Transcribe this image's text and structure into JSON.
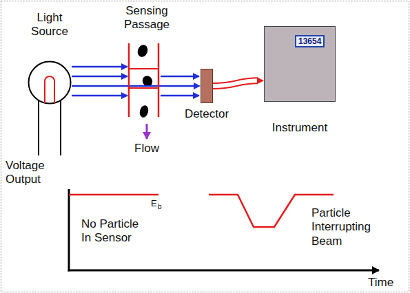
{
  "diagram": {
    "nodes": [
      {
        "text": [
          "Light Source"
        ]
      },
      {
        "text": [
          "Sensing Passage"
        ]
      },
      {
        "text": [
          "Detector"
        ]
      },
      {
        "text": [
          "13654",
          "Instrument"
        ]
      }
    ],
    "edges": [
      {
        "from": 0,
        "to": 2,
        "arrow": "to"
      },
      {
        "from": 2,
        "to": 3,
        "arrow": "to"
      }
    ],
    "labels": [
      "Flow",
      "Voltage Output",
      "E",
      "b",
      "No Particle In Sensor",
      "Particle Interrupting Beam",
      "Time"
    ]
  }
}
